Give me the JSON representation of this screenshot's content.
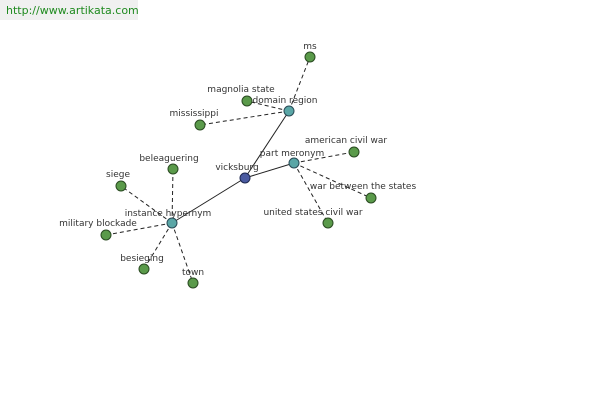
{
  "banner": {
    "url": "http://www.artikata.com"
  },
  "colors": {
    "leaf": "#5a9a4a",
    "relation": "#5aa6a6",
    "center": "#4a5aa0",
    "banner_text": "#1f8a1f"
  },
  "graph": {
    "center": {
      "id": "vicksburg",
      "label": "vicksburg"
    },
    "relations": [
      {
        "id": "domain_region",
        "label": "domain region"
      },
      {
        "id": "part_meronym",
        "label": "part meronym"
      },
      {
        "id": "instance_hypernym",
        "label": "instance hypernym"
      }
    ],
    "leaves": [
      {
        "id": "ms",
        "label": "ms",
        "relation": "domain_region"
      },
      {
        "id": "magnolia_state",
        "label": "magnolia state",
        "relation": "domain_region"
      },
      {
        "id": "mississippi",
        "label": "mississippi",
        "relation": "domain_region"
      },
      {
        "id": "american_civil_war",
        "label": "american civil war",
        "relation": "part_meronym"
      },
      {
        "id": "war_between_the_states",
        "label": "war between the states",
        "relation": "part_meronym"
      },
      {
        "id": "united_states_civil_war",
        "label": "united states civil war",
        "relation": "part_meronym"
      },
      {
        "id": "beleaguering",
        "label": "beleaguering",
        "relation": "instance_hypernym"
      },
      {
        "id": "siege",
        "label": "siege",
        "relation": "instance_hypernym"
      },
      {
        "id": "military_blockade",
        "label": "military blockade",
        "relation": "instance_hypernym"
      },
      {
        "id": "besieging",
        "label": "besieging",
        "relation": "instance_hypernym"
      },
      {
        "id": "town",
        "label": "town",
        "relation": "instance_hypernym"
      }
    ]
  }
}
